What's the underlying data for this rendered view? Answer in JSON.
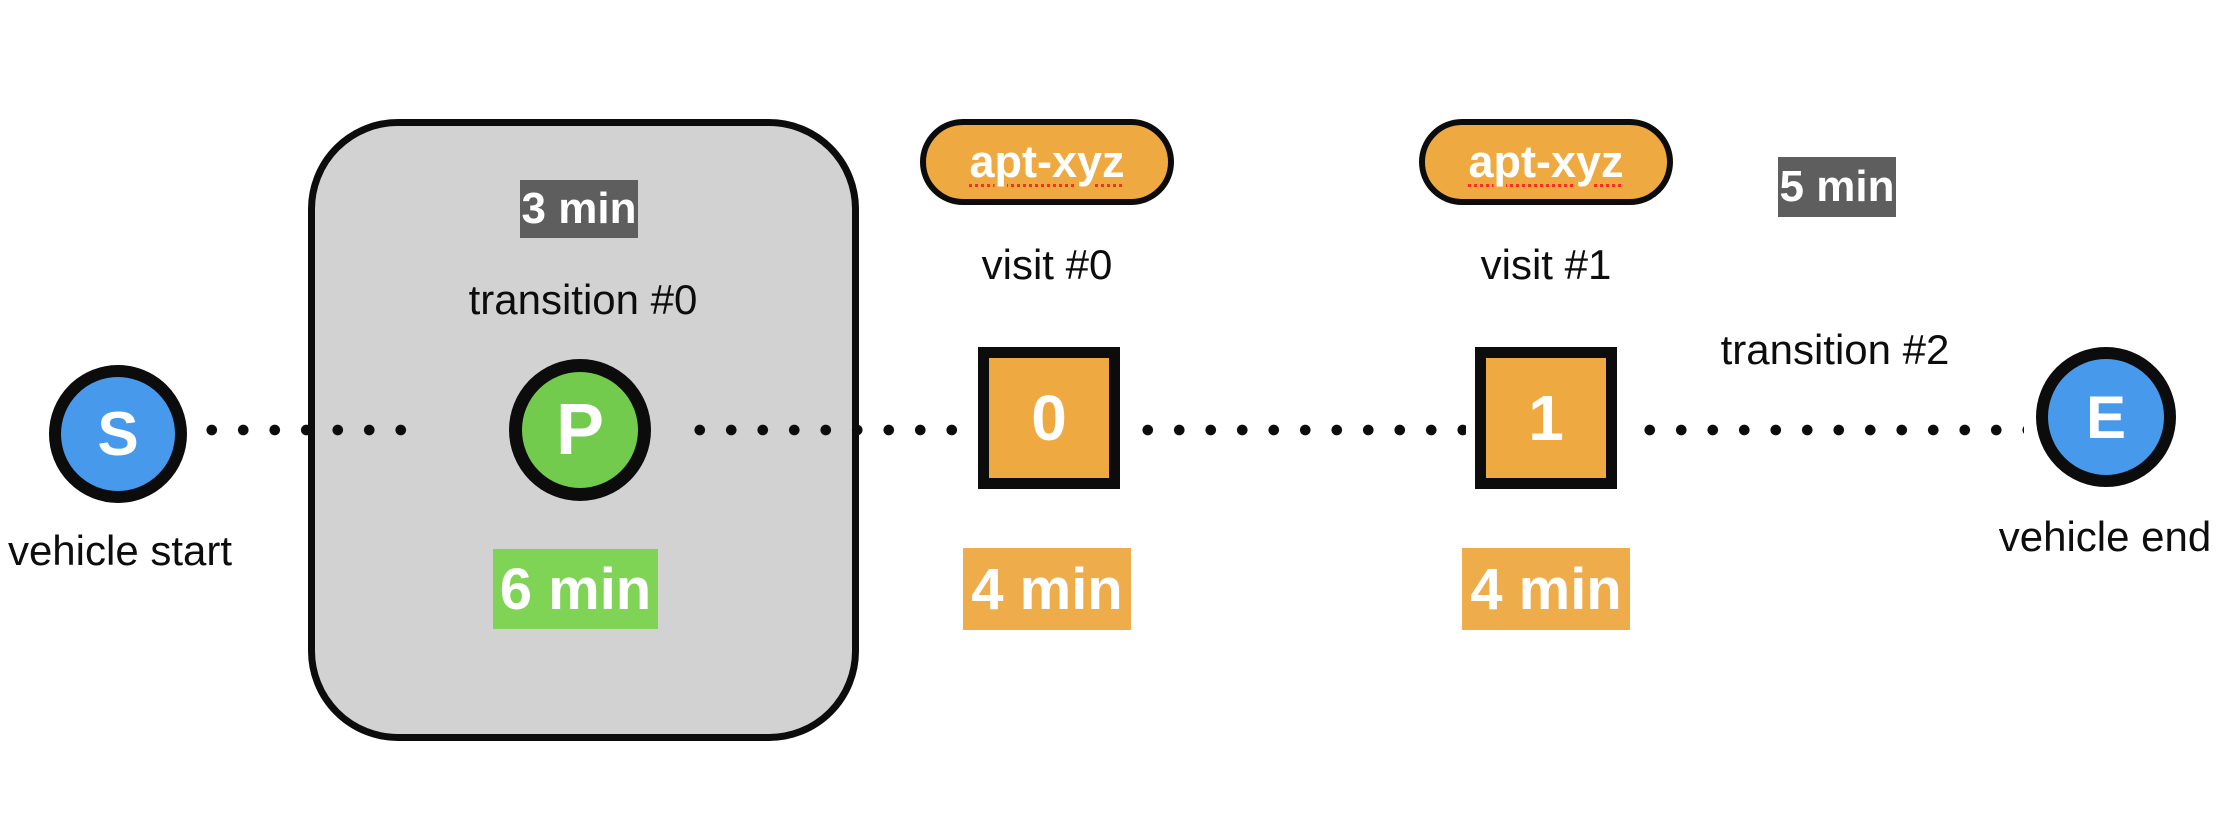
{
  "diagram": {
    "nodes": {
      "start": {
        "letter": "S",
        "caption": "vehicle start"
      },
      "parking": {
        "letter": "P"
      },
      "visit0": {
        "number": "0",
        "tag": "apt-xyz",
        "caption": "visit #0",
        "duration": "4 min"
      },
      "visit1": {
        "number": "1",
        "tag": "apt-xyz",
        "caption": "visit #1",
        "duration": "4 min"
      },
      "end": {
        "letter": "E",
        "caption": "vehicle end"
      }
    },
    "transitions": {
      "t0": {
        "label": "transition #0",
        "travel_duration": "3 min",
        "parking_duration": "6 min"
      },
      "t2": {
        "label": "transition #2",
        "travel_duration": "5 min"
      }
    }
  },
  "colors": {
    "node-blue": "#4799EC",
    "node-green": "#72CB4C",
    "badge-green": "#7FD355",
    "node-orange": "#EFA941",
    "badge-orange": "#EFAC4B",
    "badge-dark": "#5E5E5E",
    "box-gray": "#D2D2D2",
    "outline": "#0C0C0C",
    "underline-red": "#FF2D21"
  }
}
